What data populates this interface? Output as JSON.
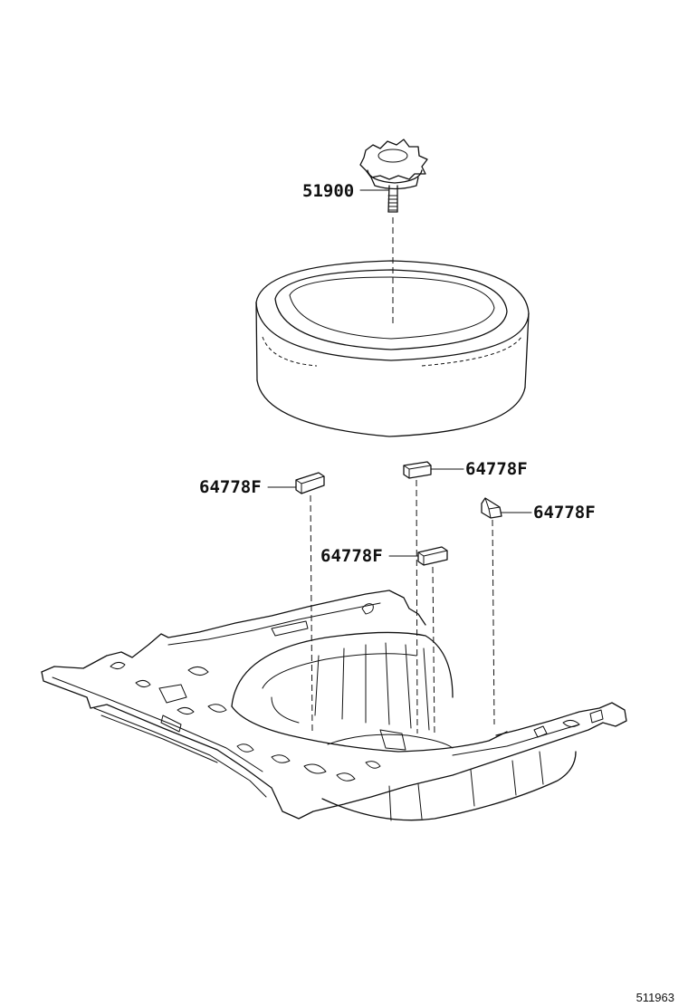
{
  "parts": {
    "bolt": {
      "label": "51900",
      "icon": "hold-down-bolt-icon"
    },
    "spare_tire": {
      "icon": "spare-tire-icon"
    },
    "cushions": [
      {
        "label": "64778F",
        "icon": "cushion-block-icon"
      },
      {
        "label": "64778F",
        "icon": "cushion-block-icon"
      },
      {
        "label": "64778F",
        "icon": "cushion-block-icon"
      },
      {
        "label": "64778F",
        "icon": "cushion-block-icon"
      }
    ],
    "floor_pan": {
      "icon": "rear-floor-pan-icon"
    }
  },
  "page_ref": "511963"
}
